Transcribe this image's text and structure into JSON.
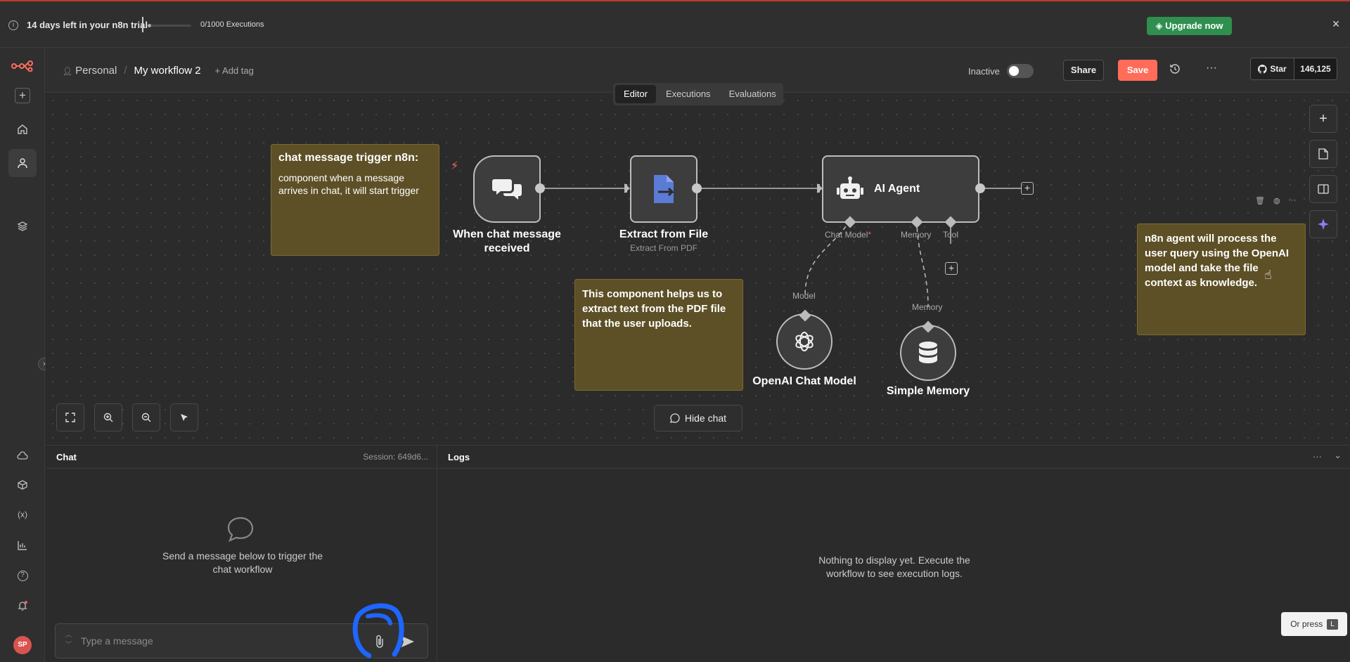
{
  "trial": {
    "text": "14 days left in your n8n trial",
    "executions": "0/1000 Executions",
    "progress": 0,
    "upgrade_label": "Upgrade now"
  },
  "header": {
    "project": "Personal",
    "workflow_name": "My workflow 2",
    "add_tag": "+ Add tag",
    "status_label": "Inactive",
    "share_label": "Share",
    "save_label": "Save",
    "star_label": "Star",
    "star_count": "146,125"
  },
  "tabs": [
    "Editor",
    "Executions",
    "Evaluations"
  ],
  "canvas": {
    "sticky1": {
      "title": "chat message trigger n8n:",
      "body": "component when a message arrives in chat, it will start trigger"
    },
    "sticky2": {
      "body": "This component helps us to extract text from the PDF file that the user uploads."
    },
    "sticky3": {
      "body": "n8n agent will process the user query using the OpenAI model and take the file context as knowledge."
    },
    "nodes": {
      "trigger": {
        "label": "When chat message received"
      },
      "extract": {
        "label": "Extract from File",
        "sub": "Extract From PDF"
      },
      "agent": {
        "label": "AI Agent",
        "ports": [
          "Chat Model",
          "Memory",
          "Tool"
        ],
        "required_mark": "*"
      },
      "openai": {
        "label": "OpenAI Chat Model",
        "port": "Model"
      },
      "memory": {
        "label": "Simple Memory",
        "port": "Memory"
      }
    },
    "hide_chat_label": "Hide chat"
  },
  "chat": {
    "title": "Chat",
    "session": "Session: 649d6...",
    "empty_text": "Send a message below to trigger the chat workflow",
    "placeholder": "Type a message"
  },
  "logs": {
    "title": "Logs",
    "empty_text": "Nothing to display yet. Execute the workflow to see execution logs."
  },
  "shortcut": {
    "label": "Or press",
    "key": "L"
  },
  "user": {
    "initials": "SP"
  },
  "colors": {
    "accent": "#ff6d5a",
    "upgrade": "#2e8f4e",
    "sticky": "#5d5026"
  }
}
